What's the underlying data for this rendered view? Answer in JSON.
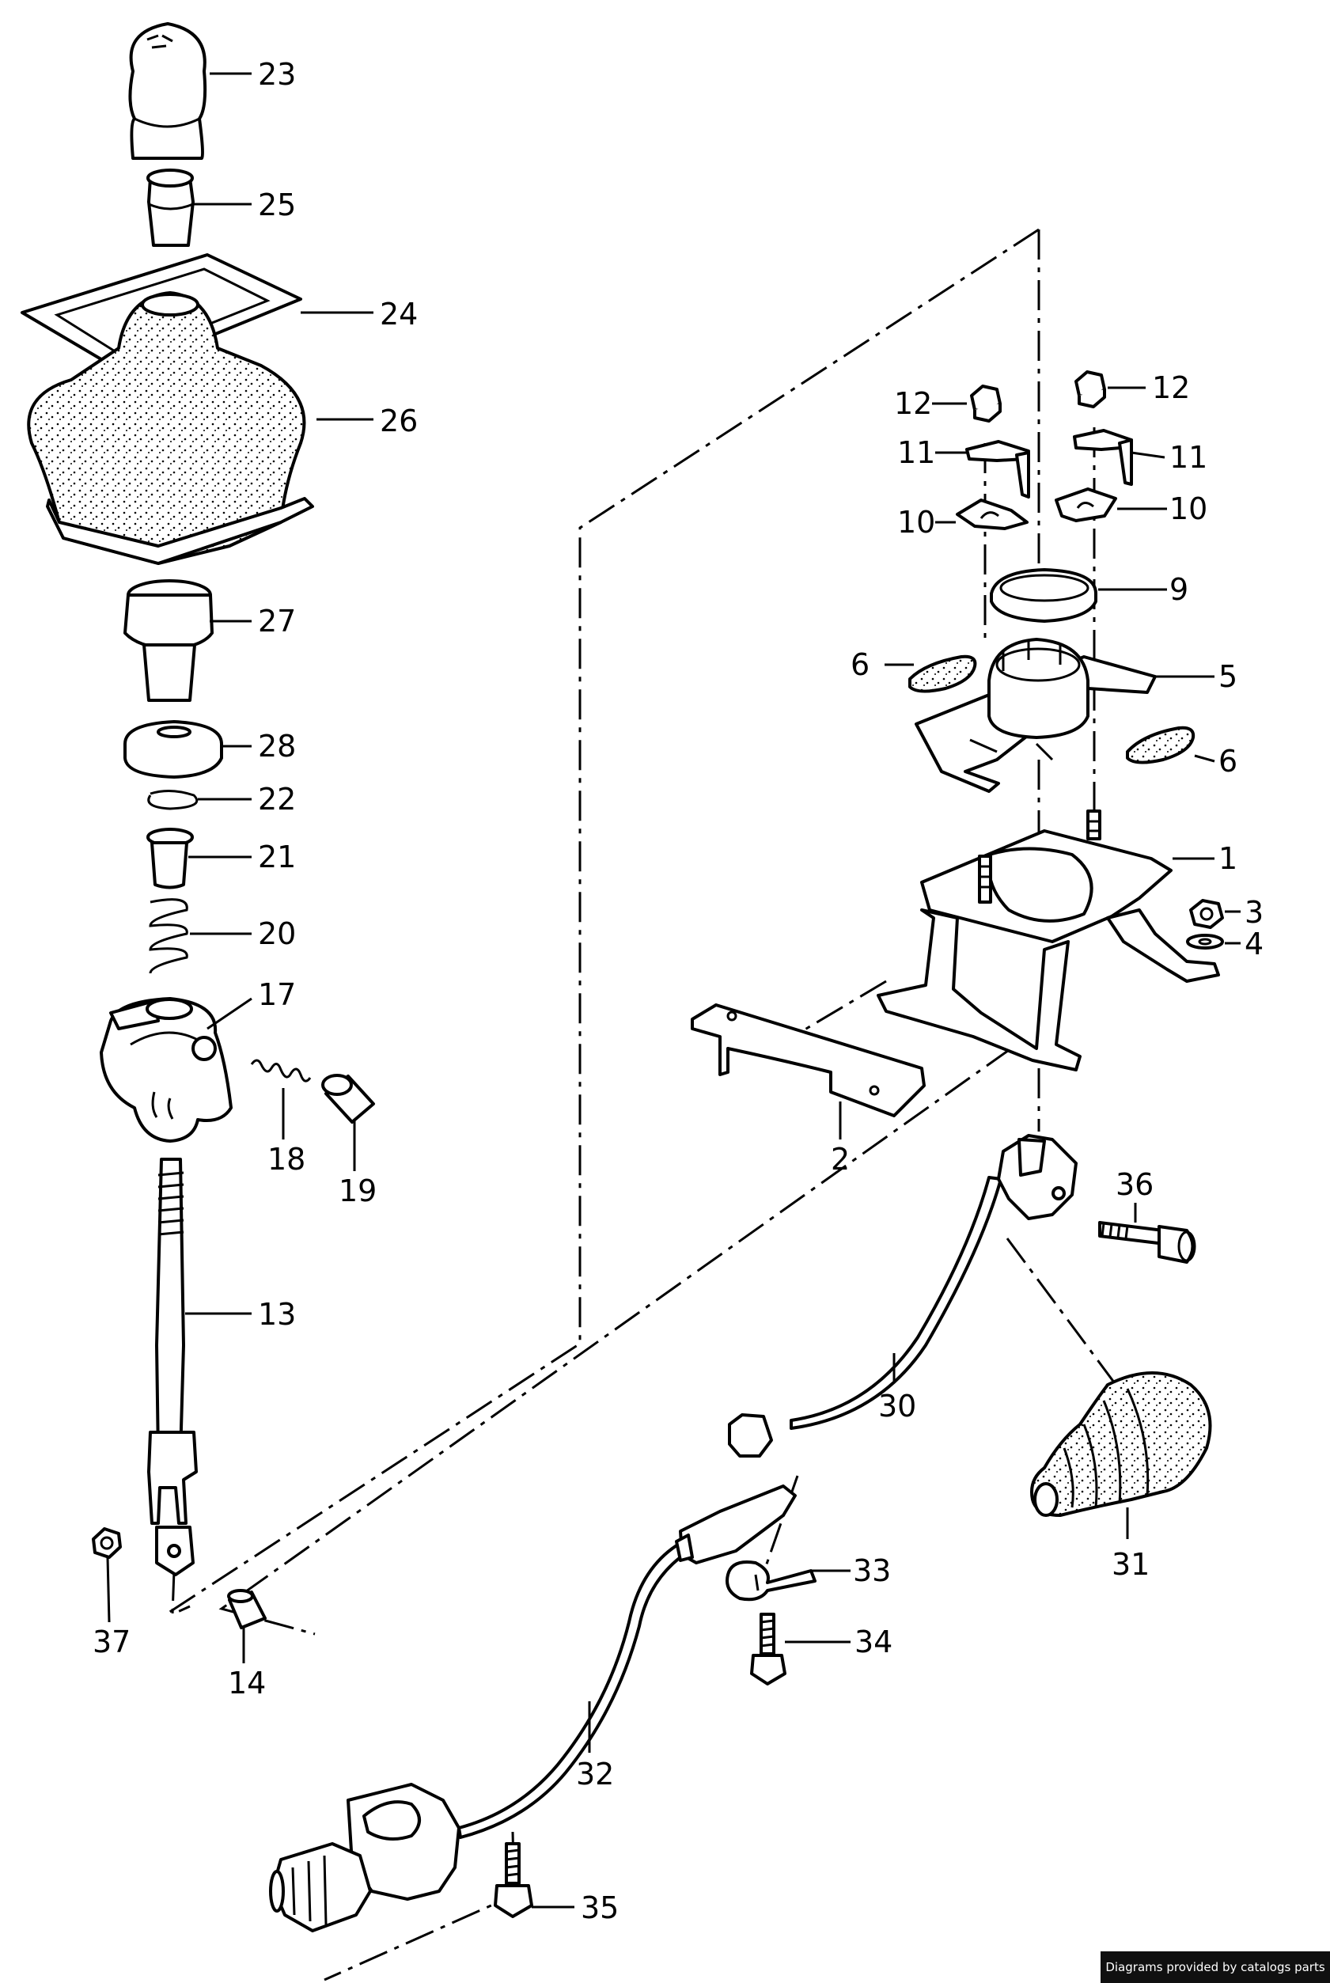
{
  "callouts": {
    "c1": "1",
    "c2": "2",
    "c3": "3",
    "c4": "4",
    "c5": "5",
    "c6a": "6",
    "c6b": "6",
    "c9": "9",
    "c10a": "10",
    "c10b": "10",
    "c11a": "11",
    "c11b": "11",
    "c12a": "12",
    "c12b": "12",
    "c13": "13",
    "c14": "14",
    "c17": "17",
    "c18": "18",
    "c19": "19",
    "c20": "20",
    "c21": "21",
    "c22": "22",
    "c23": "23",
    "c24": "24",
    "c25": "25",
    "c26": "26",
    "c27": "27",
    "c28": "28",
    "c30": "30",
    "c31": "31",
    "c32": "32",
    "c33": "33",
    "c34": "34",
    "c35": "35",
    "c36": "36",
    "c37": "37"
  },
  "credit": "Diagrams provided by catalogs parts"
}
